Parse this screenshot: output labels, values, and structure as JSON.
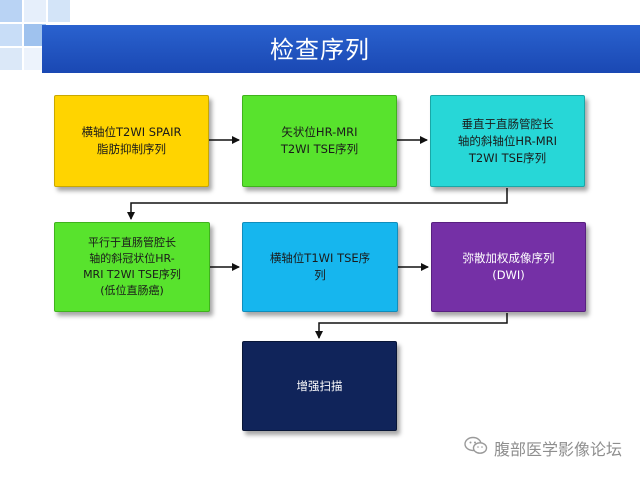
{
  "title": "检查序列",
  "colors": {
    "title_bar": "#1f53c2",
    "yellow": "#ffd400",
    "green": "#58e32d",
    "teal": "#27d7d7",
    "cyan": "#16b6ee",
    "purple": "#7530a6",
    "navy": "#10245a"
  },
  "nodes": [
    {
      "id": "axial-t2wi-spair",
      "text": "横轴位T2WI SPAIR\n脂肪抑制序列"
    },
    {
      "id": "sagittal-hr-t2wi",
      "text": "矢状位HR-MRI\nT2WI TSE序列"
    },
    {
      "id": "perpendicular-oblique-axial",
      "text": "垂直于直肠管腔长\n轴的斜轴位HR-MRI\nT2WI TSE序列"
    },
    {
      "id": "parallel-oblique-coronal",
      "text": "平行于直肠管腔长\n轴的斜冠状位HR-\nMRI T2WI TSE序列\n(低位直肠癌)"
    },
    {
      "id": "axial-t1wi-tse",
      "text": "横轴位T1WI TSE序\n列"
    },
    {
      "id": "dwi",
      "text": "弥散加权成像序列\n(DWI)"
    },
    {
      "id": "enhanced-scan",
      "text": "增强扫描"
    }
  ],
  "watermark": {
    "icon": "wechat-icon",
    "text": "腹部医学影像论坛"
  }
}
